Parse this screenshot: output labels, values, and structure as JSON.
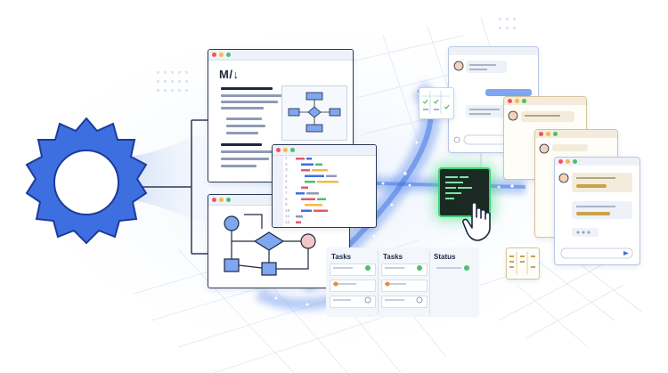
{
  "markdown_window": {
    "heading": "M/↓"
  },
  "code_window": {
    "line_numbers": [
      "1",
      "2",
      "3",
      "4",
      "5",
      "6",
      "7",
      "8",
      "9",
      "10",
      "11",
      "12"
    ]
  },
  "kanban": {
    "columns": [
      {
        "title": "Tasks"
      },
      {
        "title": "Tasks"
      },
      {
        "title": "Status"
      }
    ]
  },
  "icons": {
    "gear": "gear-icon",
    "hand": "hand-pointer-icon",
    "check": "check-icon",
    "clock": "clock-icon",
    "send": "send-icon",
    "user": "user-avatar-icon"
  },
  "colors": {
    "accent_blue": "#3d6fe0",
    "navy": "#1d2740",
    "green": "#3fd07a",
    "gold": "#c9a24a",
    "node_pink": "#f5c6c6"
  }
}
